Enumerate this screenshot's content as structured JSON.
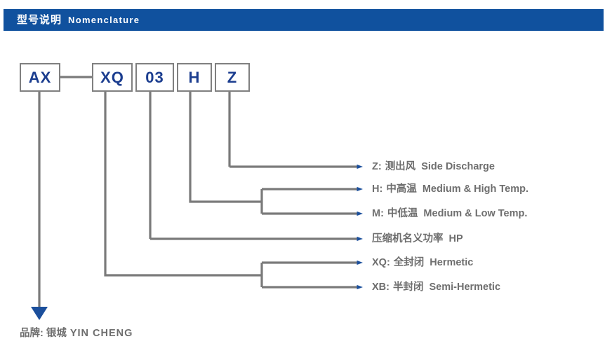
{
  "header": {
    "title_cn": "型号说明",
    "title_en": "Nomenclature",
    "bar_color": "#10519e",
    "text_color": "#ffffff"
  },
  "colors": {
    "box_border": "#808080",
    "box_text": "#1b3d8f",
    "connector": "#7a7a7a",
    "arrow": "#1b4f9c",
    "label_text": "#6e6e6e"
  },
  "model_code": {
    "boxes": [
      {
        "text": "AX",
        "name": "code-box-ax"
      },
      {
        "text": "XQ",
        "name": "code-box-xq"
      },
      {
        "text": "03",
        "name": "code-box-03"
      },
      {
        "text": "H",
        "name": "code-box-h"
      },
      {
        "text": "Z",
        "name": "code-box-z"
      }
    ]
  },
  "legend": {
    "rows": [
      {
        "key": "Z:",
        "cn": "测出风",
        "en": "Side Discharge"
      },
      {
        "key": "H:",
        "cn": "中高温",
        "en": "Medium & High Temp."
      },
      {
        "key": "M:",
        "cn": "中低温",
        "en": "Medium & Low Temp."
      },
      {
        "key": "",
        "cn": "压缩机名义功率",
        "en": "HP"
      },
      {
        "key": "XQ:",
        "cn": "全封闭",
        "en": "Hermetic"
      },
      {
        "key": "XB:",
        "cn": "半封闭",
        "en": "Semi-Hermetic"
      }
    ]
  },
  "brand": {
    "label_cn": "品牌: 银城",
    "label_en": "YIN CHENG"
  }
}
